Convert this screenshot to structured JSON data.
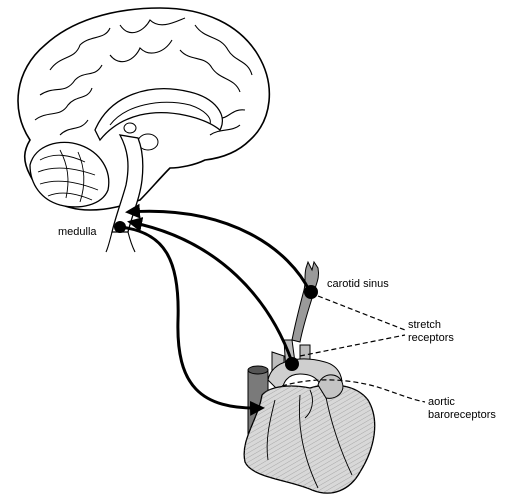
{
  "labels": {
    "medulla": "medulla",
    "carotid_sinus": "carotid sinus",
    "stretch_receptors": [
      "stretch",
      "receptors"
    ],
    "aortic_baroreceptors": [
      "aortic",
      "baroreceptors"
    ]
  },
  "colors": {
    "ink": "#000000",
    "background": "#ffffff",
    "vessel_gray": "#9a9a9a",
    "heart_gray": "#d8d8d8"
  }
}
